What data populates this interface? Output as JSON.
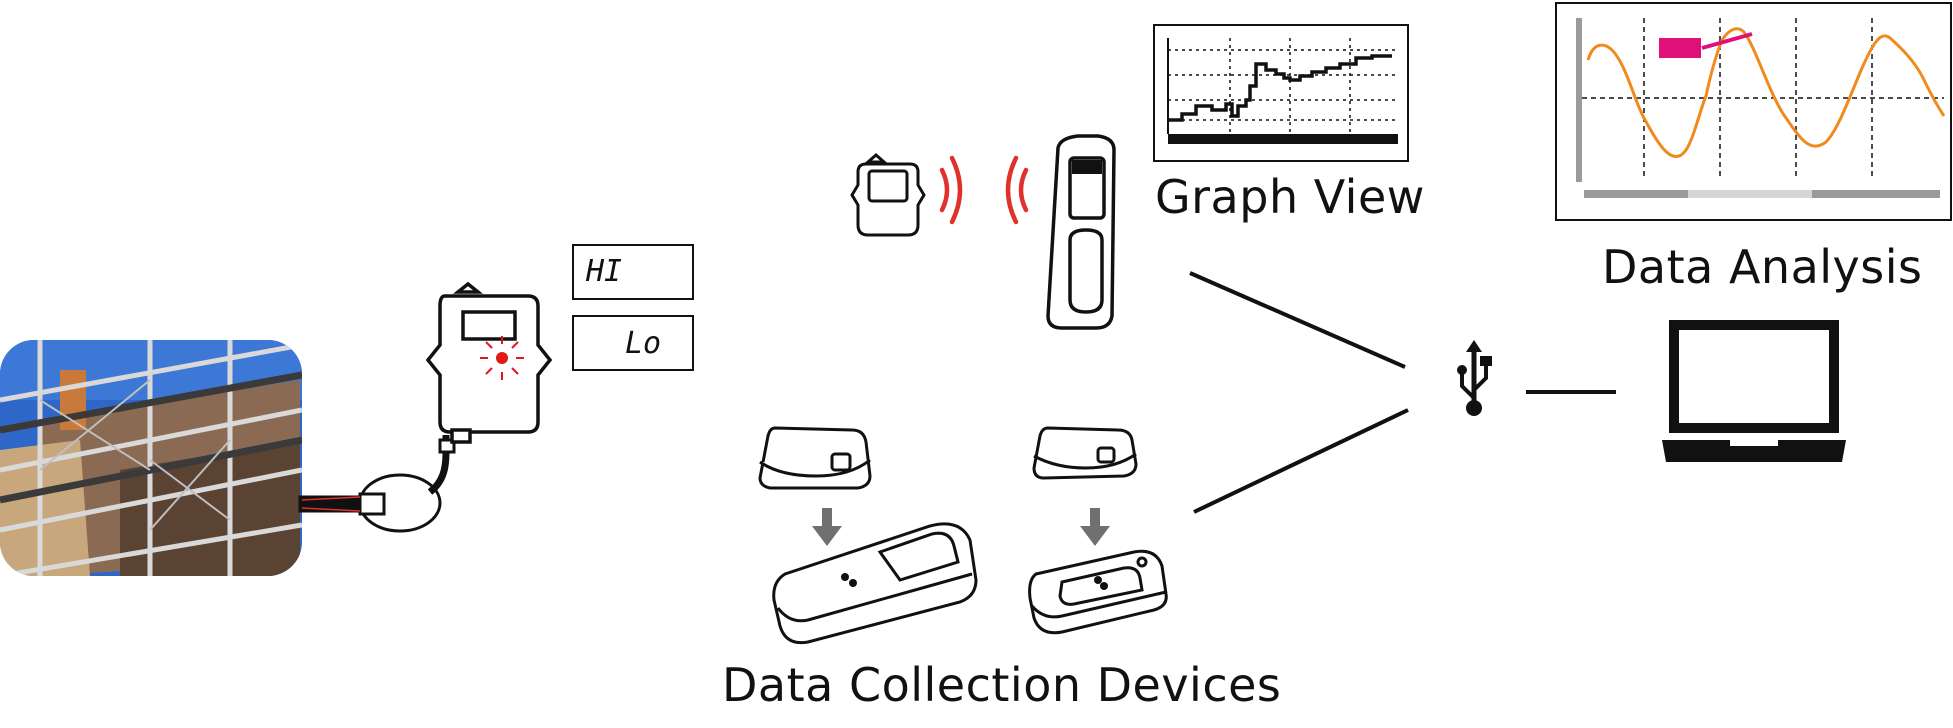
{
  "labels": {
    "graph_view": "Graph View",
    "data_analysis": "Data Analysis",
    "data_collection": "Data Collection Devices",
    "lcd_hi": "HI",
    "lcd_lo": "Lo"
  },
  "colors": {
    "signal": "#e0322c",
    "alarm": "#e01818",
    "analysis_line": "#f08a1c",
    "annotation": "#e0107a",
    "device_stroke": "#111111",
    "arrow": "#707070",
    "photo_sky": "#2f67c8"
  },
  "icons": [
    "logger-icon",
    "handheld-reader-icon",
    "usb-icon",
    "laptop-icon",
    "scaffold-photo",
    "sensor-probe-icon"
  ]
}
